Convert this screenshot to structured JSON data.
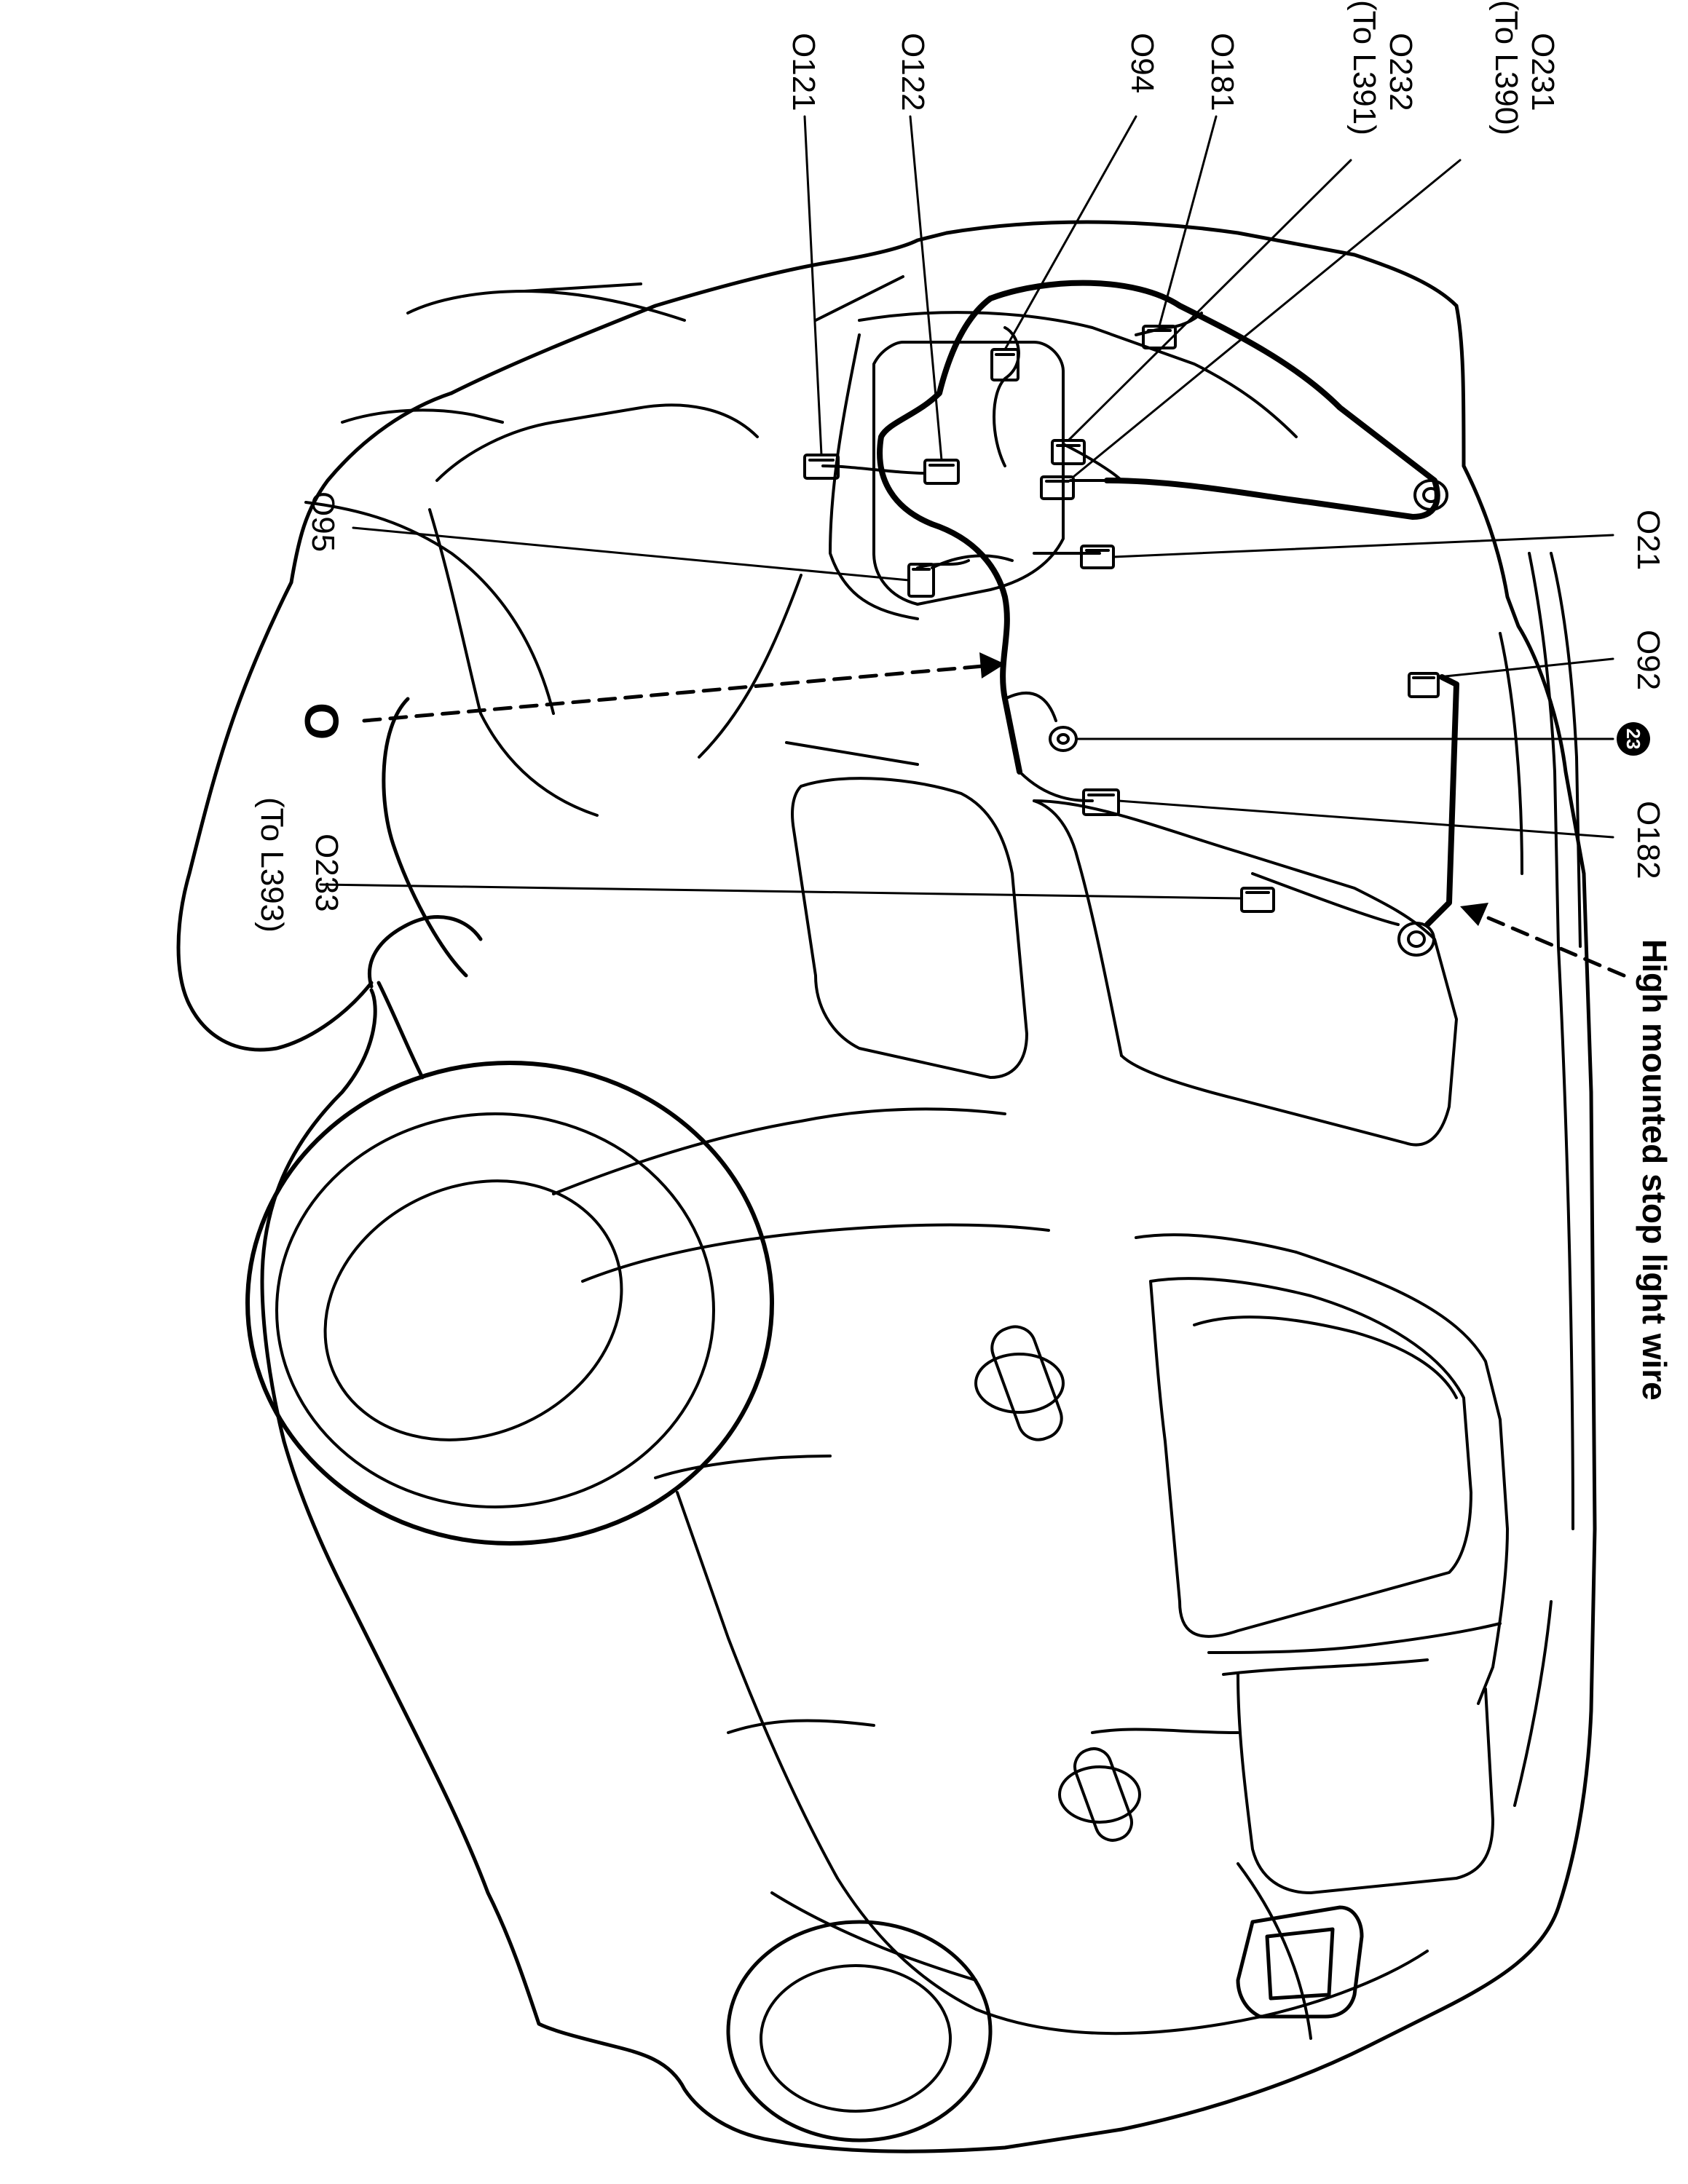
{
  "labels": {
    "o231": "O231",
    "o231_sub": "(To L390)",
    "o232": "O232",
    "o232_sub": "(To L391)",
    "o181": "O181",
    "o94": "O94",
    "o122": "O122",
    "o121": "O121",
    "o95": "O95",
    "o_ground": "O",
    "o233": "O233",
    "o233_sub": "(To L393)",
    "o21": "O21",
    "o92": "O92",
    "badge": "23",
    "o182": "O182",
    "stop_light_wire": "High mounted stop light wire"
  },
  "colors": {
    "line": "#000000",
    "background": "#ffffff"
  }
}
